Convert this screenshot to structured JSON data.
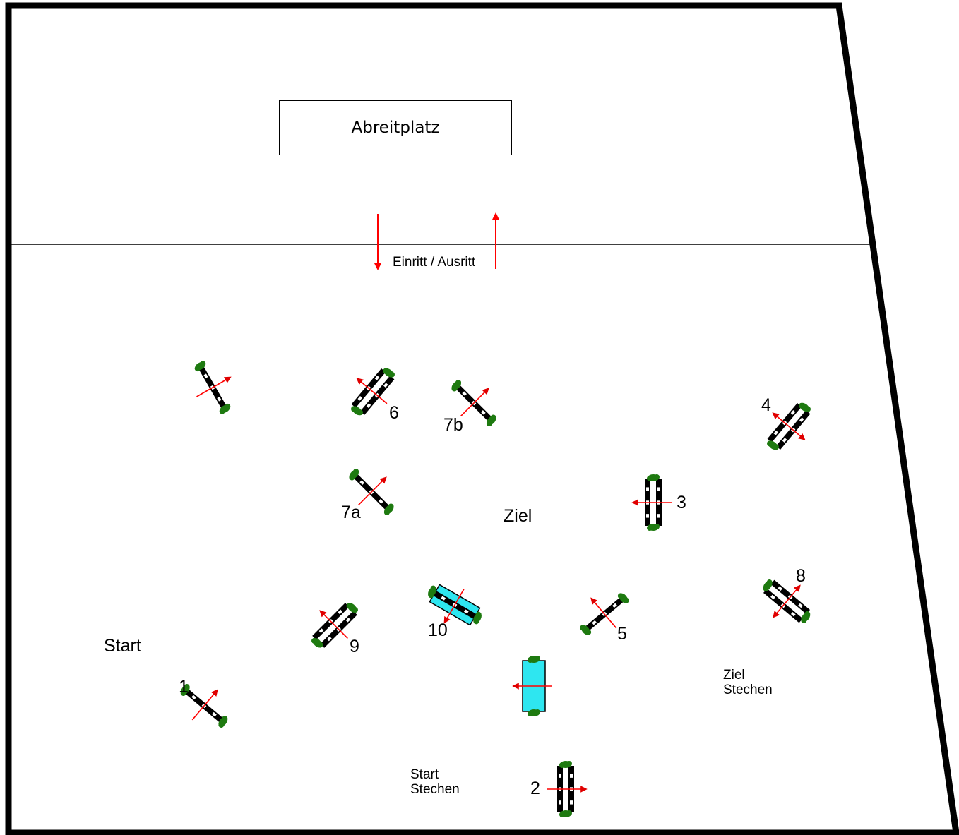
{
  "warmup": {
    "label": "Abreitplatz"
  },
  "entry": {
    "label": "Einritt / Ausritt"
  },
  "labels": {
    "start": "Start",
    "finish": "Ziel",
    "start_jumpoff": "Start\nStechen",
    "finish_jumpoff": "Ziel\nStechen"
  },
  "obstacles": [
    {
      "id": "1",
      "type": "vertical"
    },
    {
      "id": "2",
      "type": "oxer"
    },
    {
      "id": "3",
      "type": "oxer"
    },
    {
      "id": "4",
      "type": "oxer"
    },
    {
      "id": "5",
      "type": "vertical"
    },
    {
      "id": "6",
      "type": "oxer"
    },
    {
      "id": "7a",
      "type": "vertical"
    },
    {
      "id": "7b",
      "type": "vertical"
    },
    {
      "id": "8",
      "type": "oxer"
    },
    {
      "id": "9",
      "type": "oxer"
    },
    {
      "id": "10",
      "type": "water-oxer"
    },
    {
      "id": "",
      "type": "vertical"
    },
    {
      "id": "",
      "type": "water"
    }
  ],
  "colors": {
    "border": "#000000",
    "arrow": "#ff0000",
    "bush": "#1e7a10",
    "water": "#2ee6f0",
    "pole_light": "#ffffff",
    "pole_dark": "#000000"
  }
}
